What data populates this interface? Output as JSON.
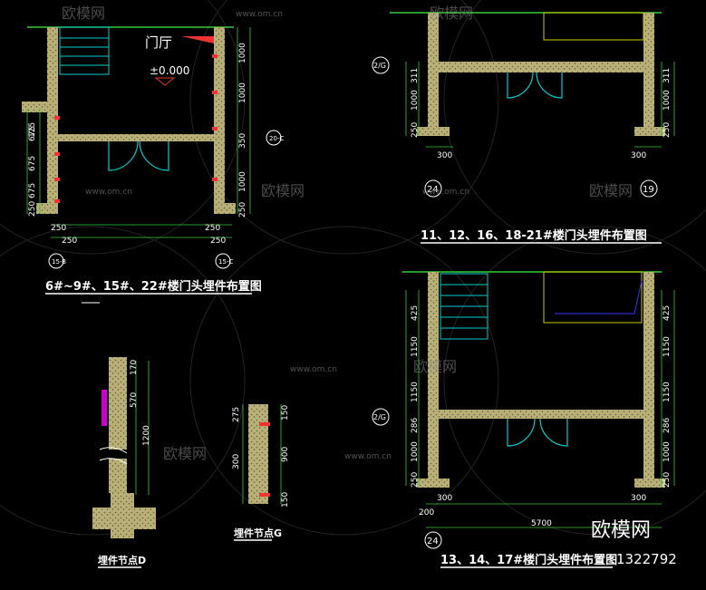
{
  "watermark": {
    "brand": "欧模网",
    "url": "www.om.cn",
    "id": "1322792"
  },
  "panel_a": {
    "title": "6#~9#、15#、22#楼门头埋件布置图",
    "room_label": "门厅",
    "elevation": "±0.000",
    "axis_a": "15-B",
    "axis_b": "15-C",
    "axis_c": "20-C",
    "dims_left": [
      "125",
      "675",
      "675",
      "675",
      "250"
    ],
    "dims_right": [
      "1000",
      "1000",
      "350",
      "1000",
      "250"
    ],
    "dims_bottom": [
      "250",
      "250",
      "250",
      "250"
    ]
  },
  "panel_b": {
    "title": "11、12、16、18-21#楼门头埋件布置图",
    "axis_left": "2/G",
    "axis_num_l": "24",
    "axis_num_r": "19",
    "dims_left": [
      "311",
      "1000",
      "250"
    ],
    "dims_right": [
      "311",
      "1000",
      "250"
    ],
    "dims_bottom": [
      "300",
      "300"
    ]
  },
  "panel_c": {
    "title": "13、14、17#楼门头埋件布置图",
    "axis_left": "2/G",
    "axis_num": "24",
    "dims_left": [
      "425",
      "1150",
      "1150",
      "286",
      "1000",
      "250"
    ],
    "dims_right": [
      "425",
      "1150",
      "1150",
      "286",
      "1000",
      "250"
    ],
    "dims_bottom": [
      "300",
      "300",
      "200",
      "5700"
    ]
  },
  "detail_d": {
    "title": "埋件节点D",
    "dims": [
      "170",
      "570",
      "1200"
    ]
  },
  "detail_g": {
    "title": "埋件节点G",
    "dims": [
      "275",
      "150",
      "300",
      "900",
      "150"
    ]
  }
}
